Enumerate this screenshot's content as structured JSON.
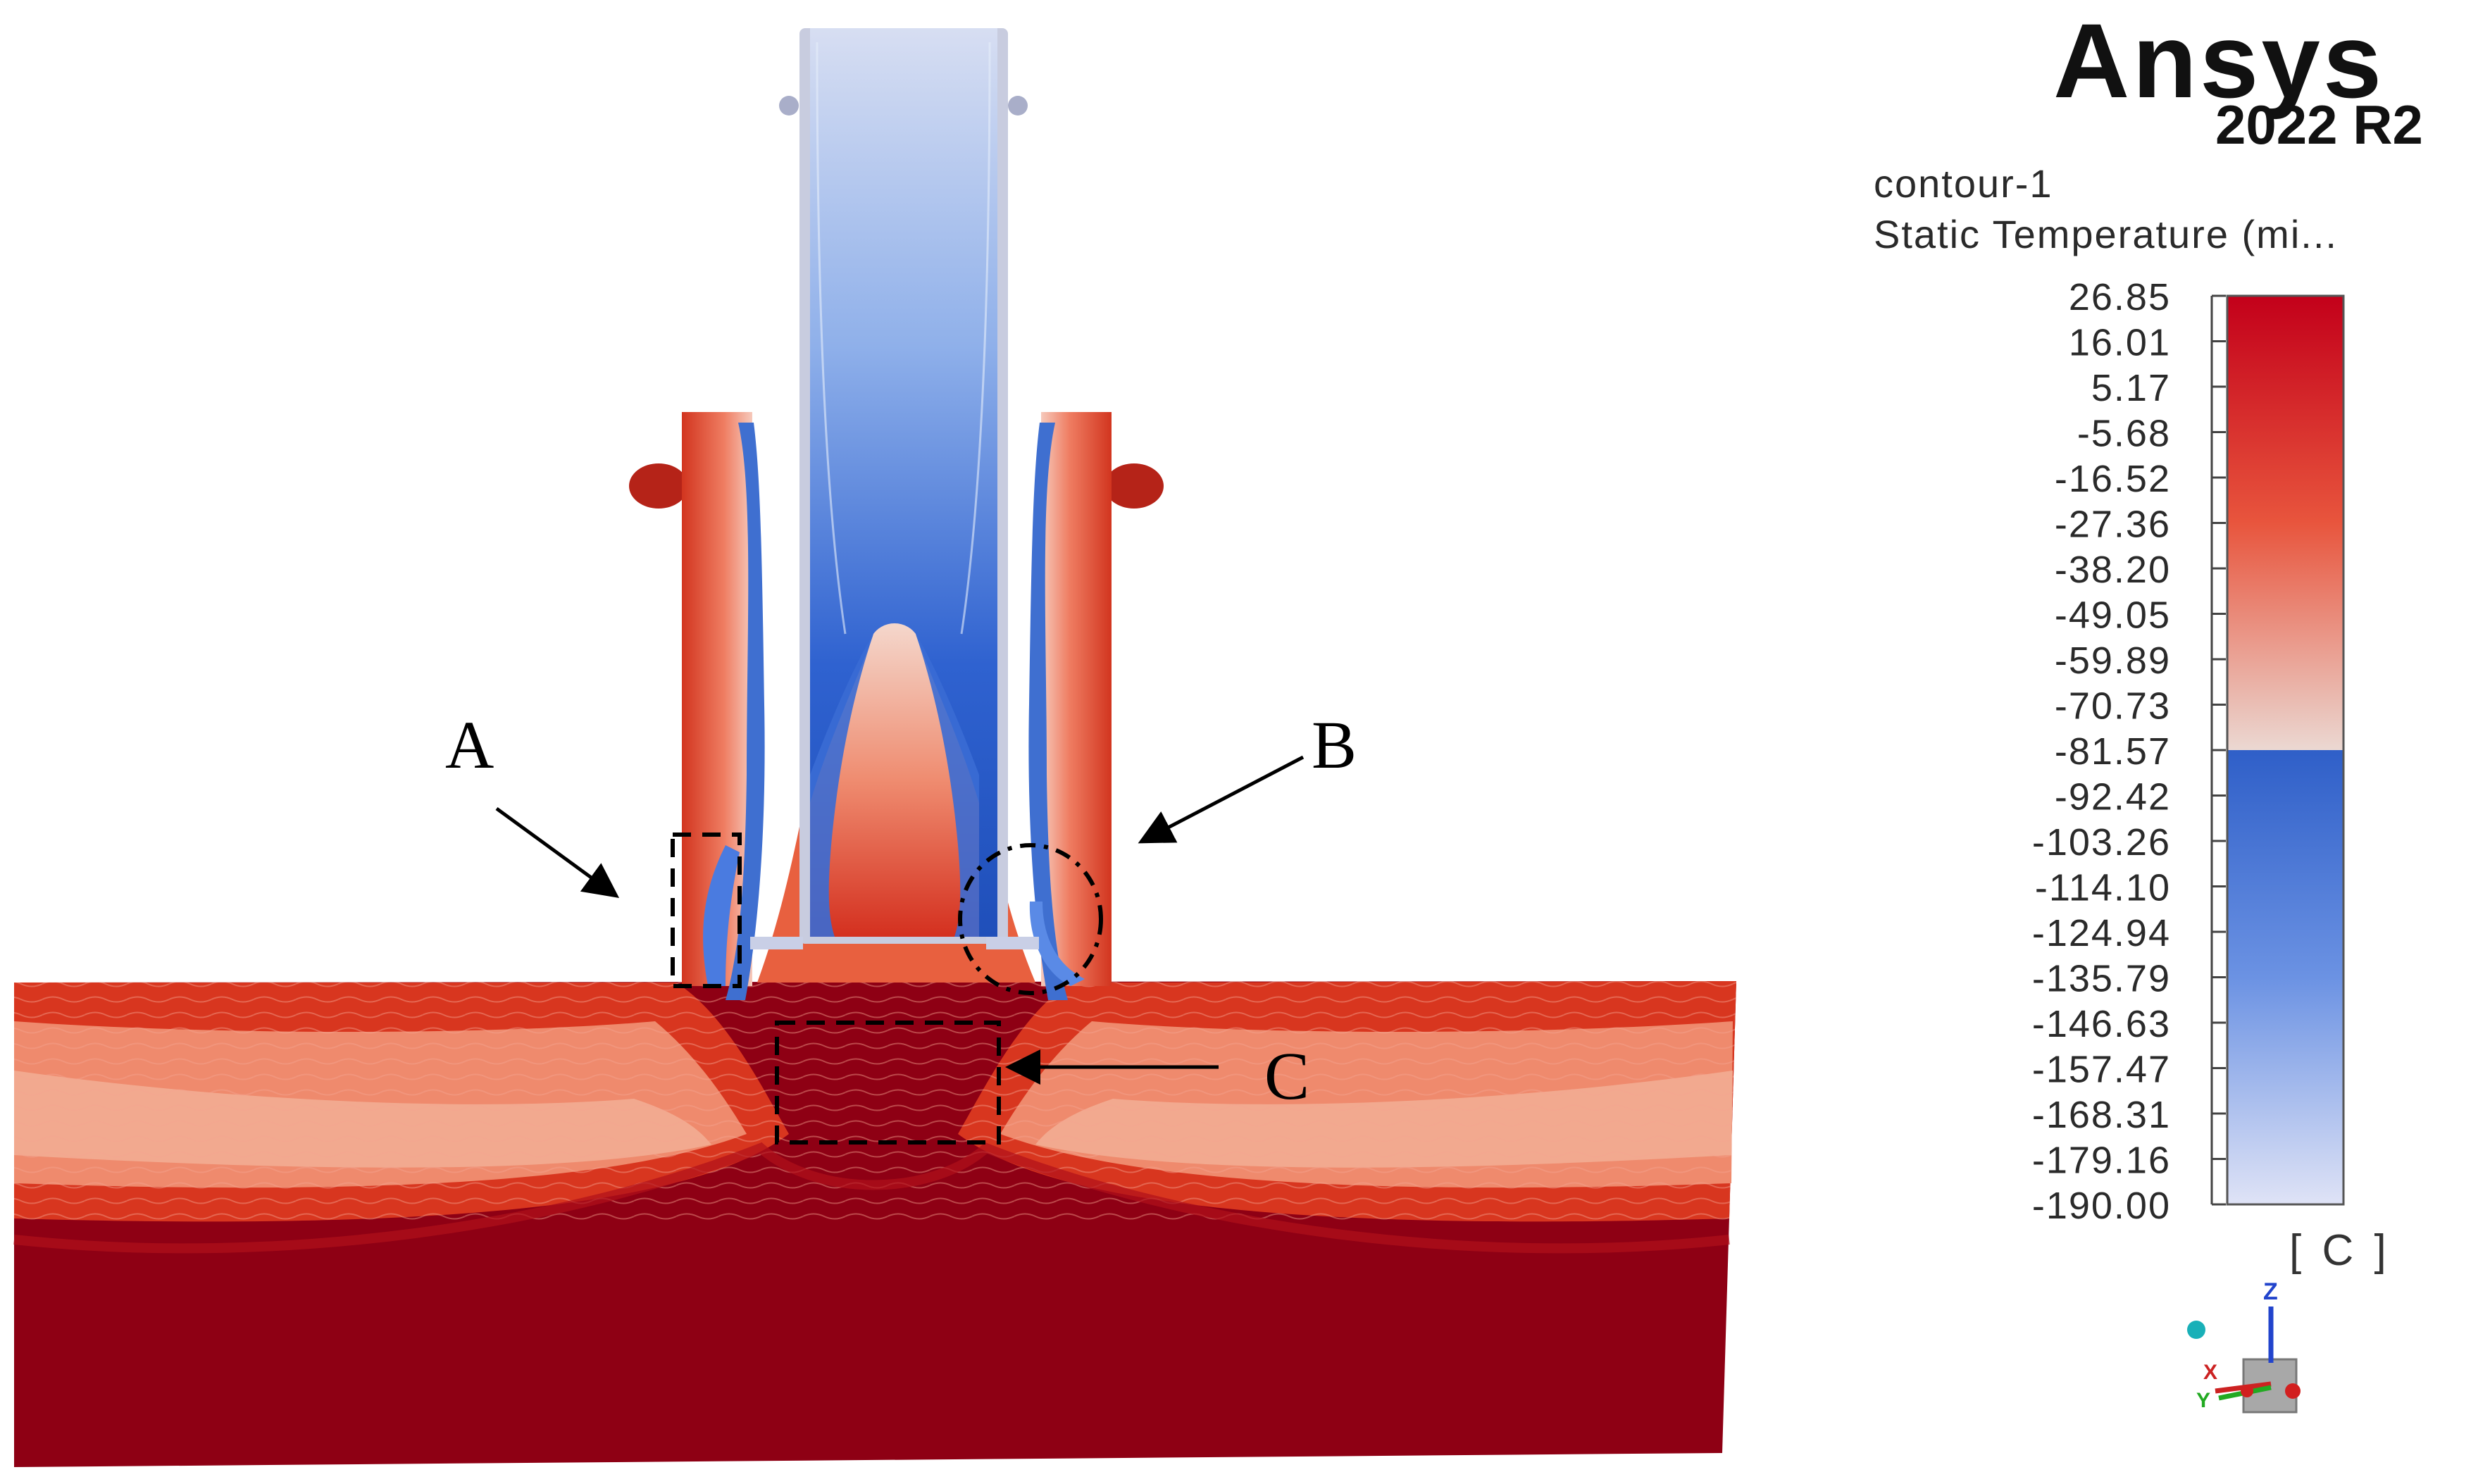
{
  "branding": {
    "name": "Ansys",
    "version": "2022 R2"
  },
  "legend": {
    "title": "contour-1",
    "subtitle": "Static Temperature (mi...",
    "units": "[ C ]",
    "levels": [
      "26.85",
      "16.01",
      "5.17",
      "-5.68",
      "-16.52",
      "-27.36",
      "-38.20",
      "-49.05",
      "-59.89",
      "-70.73",
      "-81.57",
      "-92.42",
      "-103.26",
      "-114.10",
      "-124.94",
      "-135.79",
      "-146.63",
      "-157.47",
      "-168.31",
      "-179.16",
      "-190.00"
    ],
    "colors": {
      "hot": "#c3001a",
      "warm": "#f08a70",
      "neutral": "#eadad4",
      "cold": "#2f5fc8",
      "coldest": "#dfe3f6"
    }
  },
  "annotations": [
    {
      "label": "A",
      "shape": "dashed-rectangle"
    },
    {
      "label": "B",
      "shape": "dashed-circle"
    },
    {
      "label": "C",
      "shape": "dashed-rectangle"
    }
  ],
  "axes_triad": {
    "z": "Z",
    "x": "X",
    "y": "Y"
  }
}
